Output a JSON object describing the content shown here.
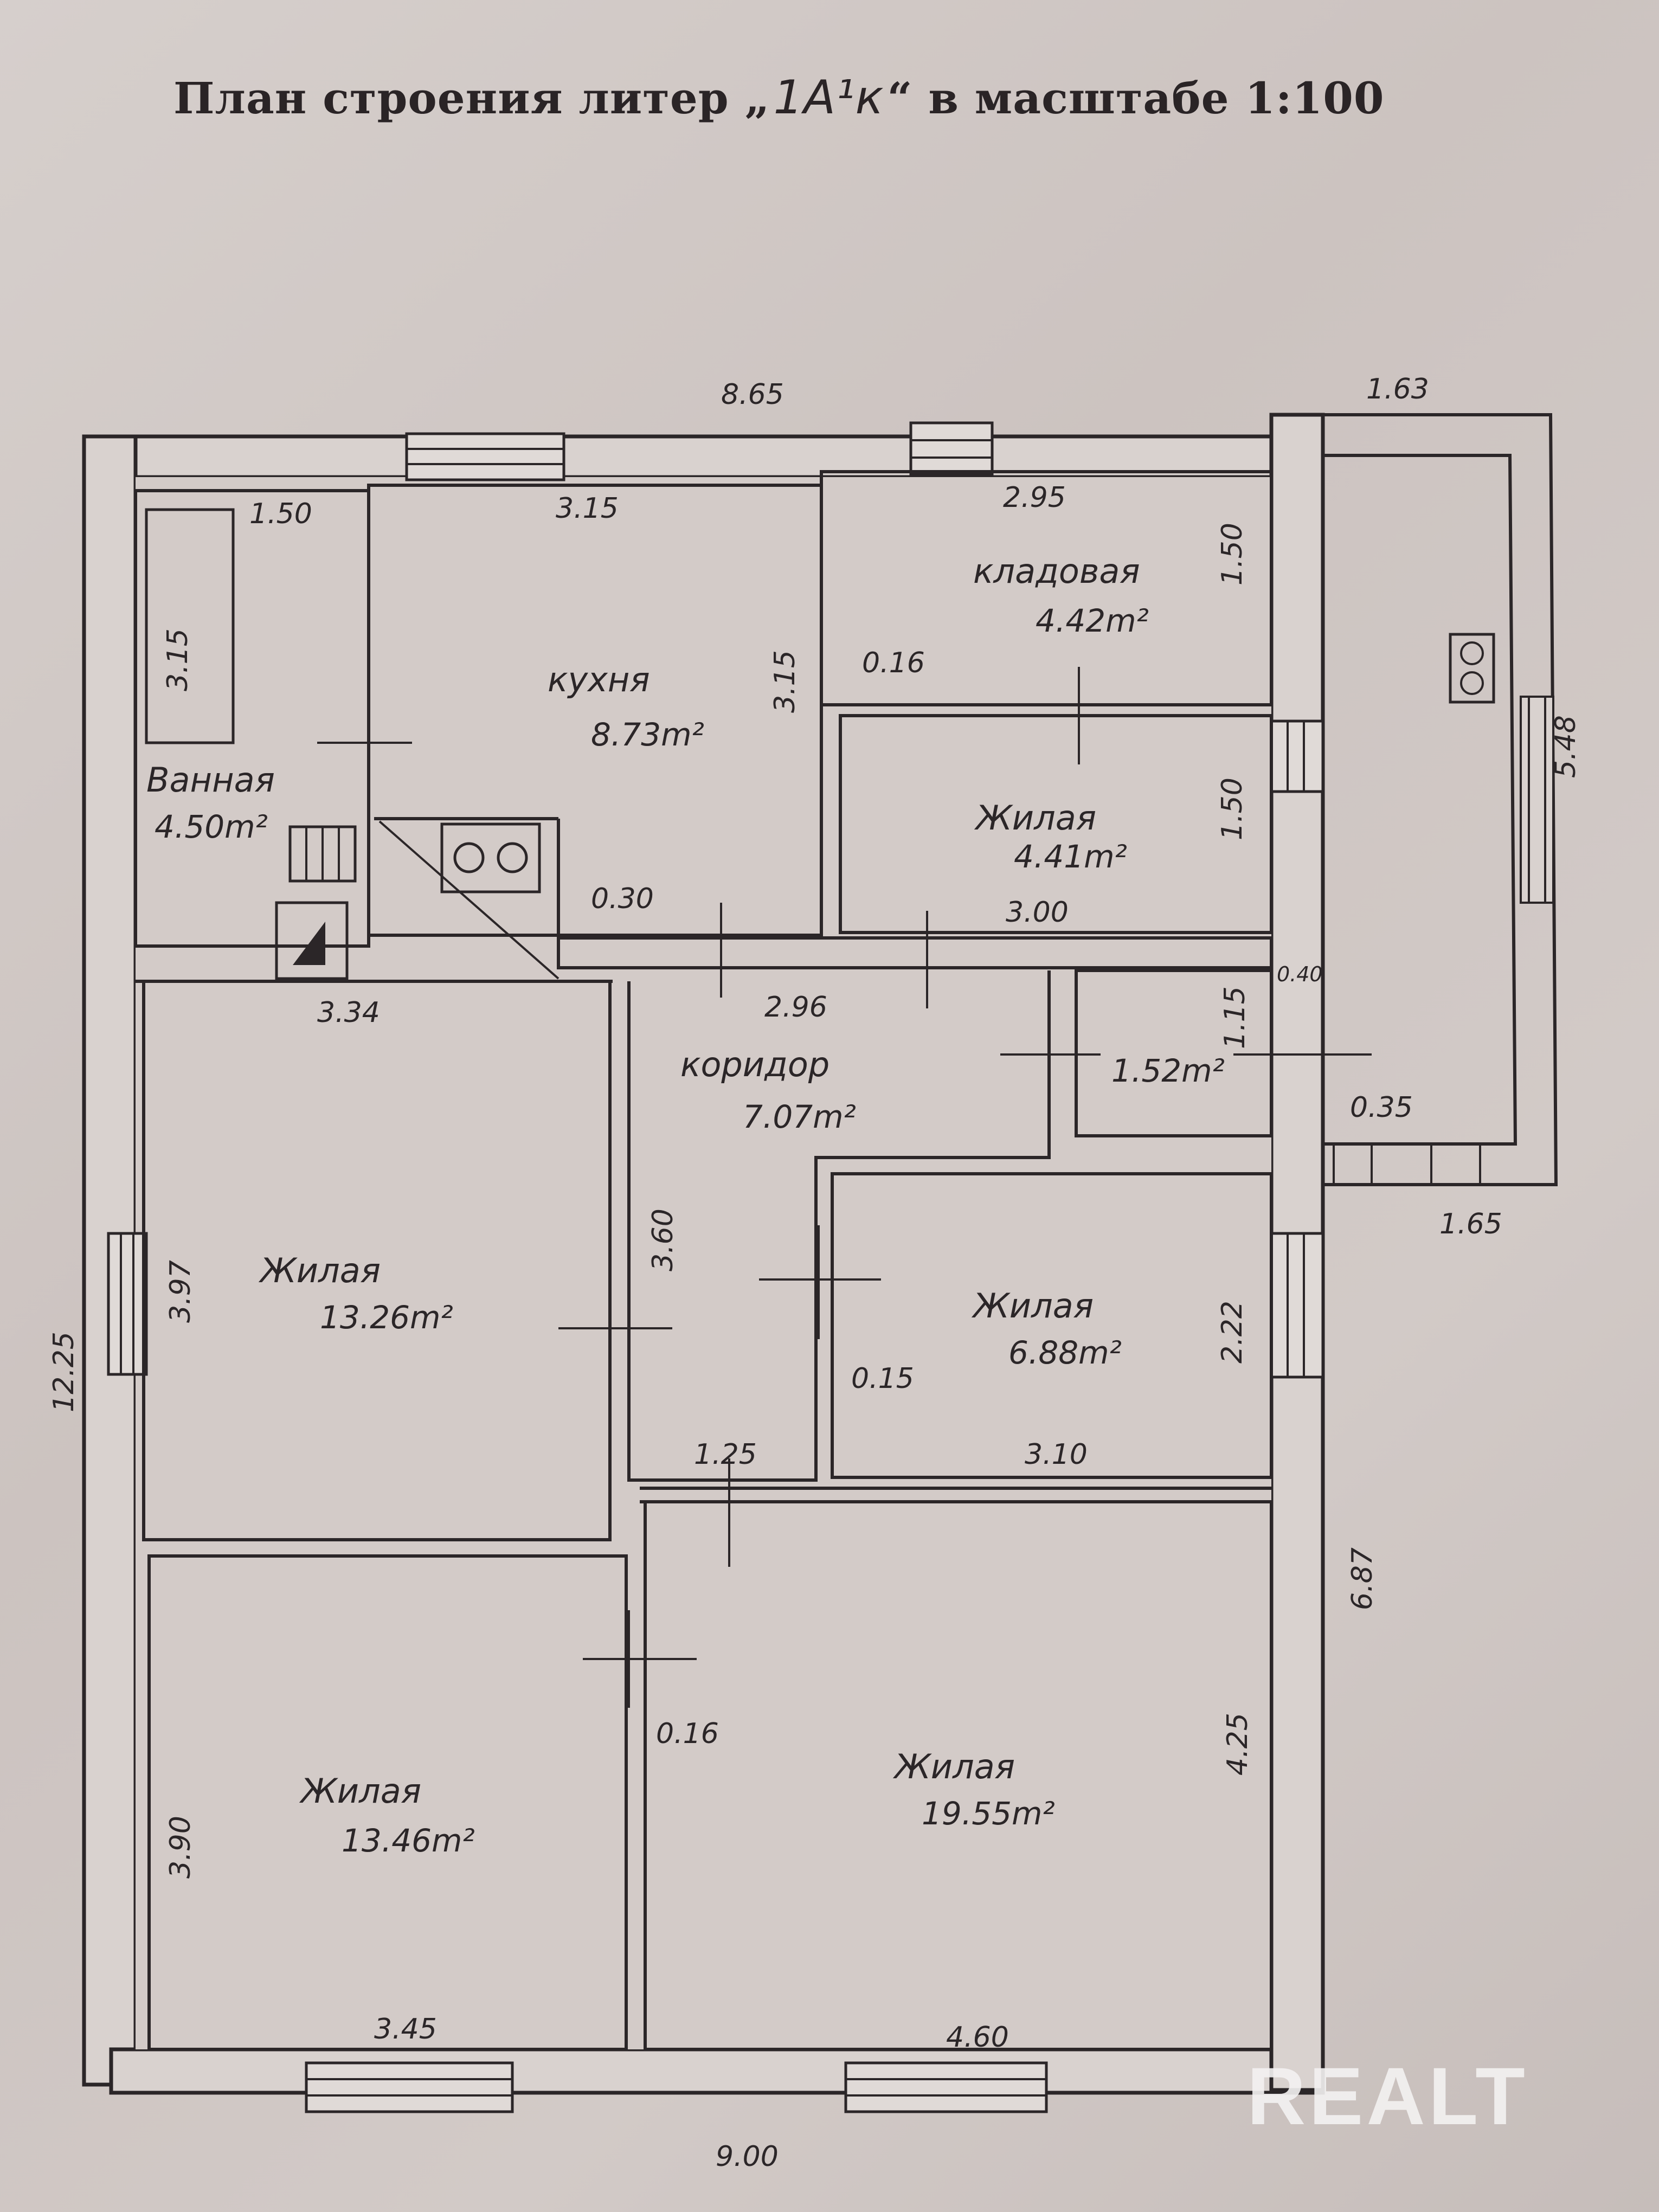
{
  "title": {
    "prefix": "План строения литер „",
    "litera": "1А¹к",
    "suffix": "“ в масштабе 1:100"
  },
  "watermark": "REALT",
  "rooms": [
    {
      "id": "bath",
      "name": "Ванная",
      "area": "4.50m²"
    },
    {
      "id": "kitchen",
      "name": "кухня",
      "area": "8.73m²"
    },
    {
      "id": "pantry",
      "name": "кладовая",
      "area": "4.42m²"
    },
    {
      "id": "living-small-top",
      "name": "Жилая",
      "area": "4.41m²"
    },
    {
      "id": "corridor",
      "name": "коридор",
      "area": "7.07m²"
    },
    {
      "id": "closet",
      "name": "",
      "area": "1.52m²"
    },
    {
      "id": "living-left-top",
      "name": "Жилая",
      "area": "13.26m²"
    },
    {
      "id": "living-mid",
      "name": "Жилая",
      "area": "6.88m²"
    },
    {
      "id": "living-left-bottom",
      "name": "Жилая",
      "area": "13.46m²"
    },
    {
      "id": "living-large",
      "name": "Жилая",
      "area": "19.55m²"
    }
  ],
  "dimensions": {
    "top_total": "8.65",
    "porch_top": "1.63",
    "porch_right": "5.48",
    "porch_bottom": "1.65",
    "left_total": "12.25",
    "right_lower": "6.87",
    "bottom_total": "9.00",
    "bath_w": "1.50",
    "bath_h": "3.15",
    "kitchen_w": "3.15",
    "kitchen_h": "3.15",
    "pantry_w": "2.95",
    "pantry_h": "1.50",
    "wall_016_a": "0.16",
    "small_room_h": "1.50",
    "small_room_w": "3.00",
    "wall_030": "0.30",
    "living_left_w": "3.34",
    "corridor_w": "2.96",
    "wall_040": "0.40",
    "closet_h": "1.15",
    "wall_035": "0.35",
    "living_left_h": "3.97",
    "corridor_h": "3.60",
    "living_mid_h": "2.22",
    "wall_015": "0.15",
    "living_mid_w": "3.10",
    "corridor_niche": "1.25",
    "wall_016_b": "0.16",
    "living_large_h": "4.25",
    "living_lb_h": "3.90",
    "living_lb_w": "3.45",
    "living_large_w": "4.60"
  }
}
